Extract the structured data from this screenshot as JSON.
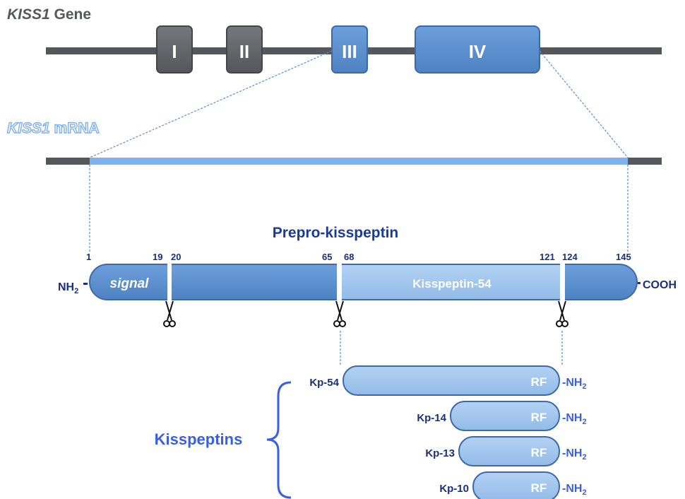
{
  "gene": {
    "title_italic": "KISS1",
    "title_rest": " Gene",
    "exons": [
      "I",
      "II",
      "III",
      "IV"
    ]
  },
  "mrna": {
    "title_italic": "KISS1",
    "title_rest": " mRNA"
  },
  "prepro": {
    "title": "Prepro-kisspeptin",
    "positions": [
      "1",
      "19",
      "20",
      "65",
      "68",
      "121",
      "124",
      "145"
    ],
    "nh2_prefix": "NH",
    "nh2_sub": "2",
    "cooh": "COOH",
    "signal_label": "signal",
    "kp54_label": "Kisspeptin-54"
  },
  "peptides": {
    "group_label": "Kisspeptins",
    "rf_label": "RF",
    "amide_prefix": "-NH",
    "amide_sub": "2",
    "items": [
      {
        "label": "Kp-54"
      },
      {
        "label": "Kp-14"
      },
      {
        "label": "Kp-13"
      },
      {
        "label": "Kp-10"
      }
    ]
  },
  "colors": {
    "dark_gray": "#5f6166",
    "exon_blue": "#5b8fcf",
    "light_blue": "#9cc2ec",
    "mrna_blue": "#7fb1ec",
    "navy": "#1b2f7a",
    "accent_blue": "#3a5fe0"
  }
}
